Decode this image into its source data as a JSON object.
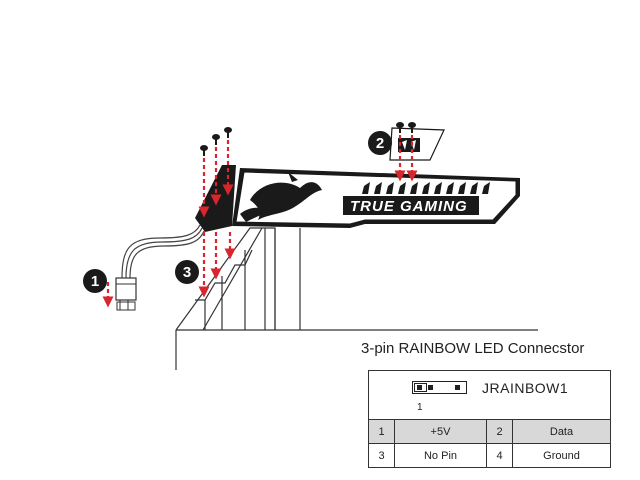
{
  "steps": [
    "1",
    "2",
    "3"
  ],
  "brand_text": "TRUE GAMING",
  "caption": "3-pin RAINBOW LED Connecstor",
  "connector": {
    "name": "JRAINBOW1",
    "pin_one_marker": "1"
  },
  "pin_table": [
    {
      "pin_a": "1",
      "label_a": "+5V",
      "pin_b": "2",
      "label_b": "Data"
    },
    {
      "pin_a": "3",
      "label_a": "No Pin",
      "pin_b": "4",
      "label_b": "Ground"
    }
  ],
  "colors": {
    "arrow_red": "#d9262c",
    "bracket_black": "#1a1a1a",
    "shade_gray": "#d8d8d8"
  }
}
